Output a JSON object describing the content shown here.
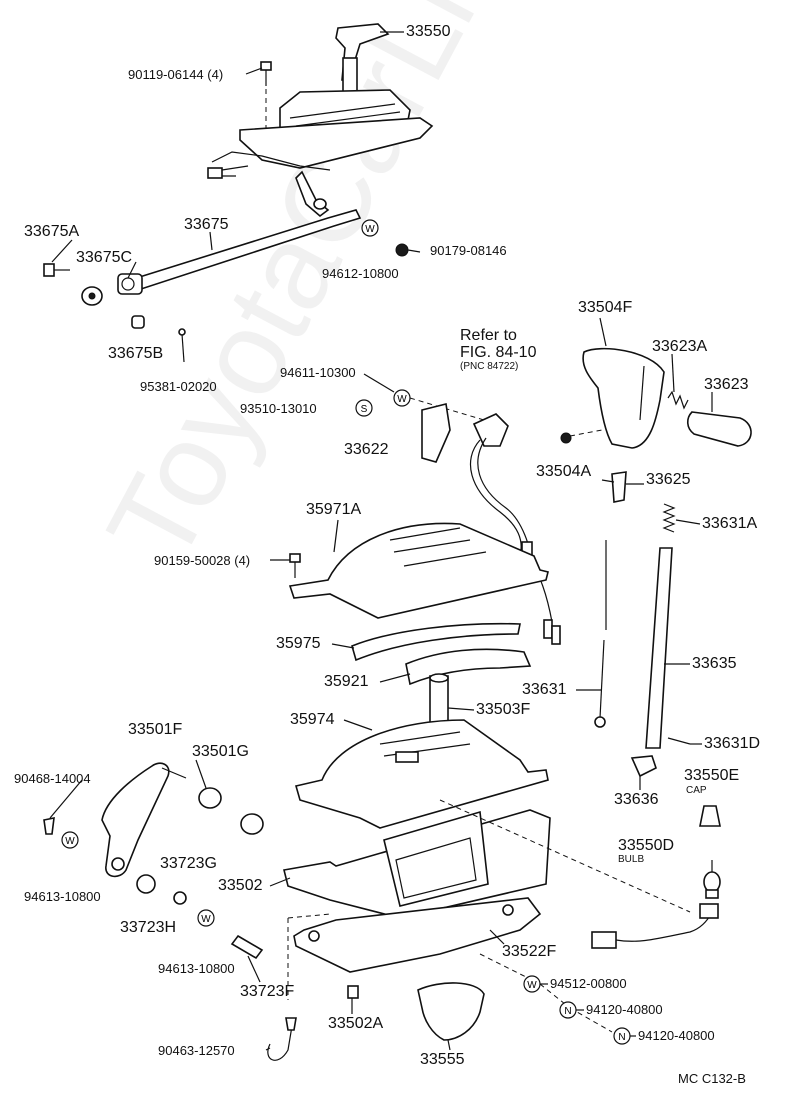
{
  "watermark": "ToyotaCarLine.ru",
  "diagram_code": "MC  C132-B",
  "refer_note": {
    "line1": "Refer to",
    "line2": "FIG. 84-10",
    "line3": "(PNC 84722)"
  },
  "symbols": {
    "washer": "W",
    "snap_ring": "S",
    "nut": "N"
  },
  "part_labels": {
    "p33550": "33550",
    "p90119": "90119-06144 (4)",
    "p33675A": "33675A",
    "p33675": "33675",
    "p33675C": "33675C",
    "p94612": "94612-10800",
    "p90179": "90179-08146",
    "p33675B": "33675B",
    "p95381": "95381-02020",
    "p94611": "94611-10300",
    "p93510": "93510-13010",
    "p33622": "33622",
    "p33504F": "33504F",
    "p33623A": "33623A",
    "p33623": "33623",
    "p33504A": "33504A",
    "p33625": "33625",
    "p35971A": "35971A",
    "p90159": "90159-50028 (4)",
    "p33631A": "33631A",
    "p35975": "35975",
    "p35921": "35921",
    "p33631": "33631",
    "p33635": "33635",
    "p35974": "35974",
    "p33503F": "33503F",
    "p33501F": "33501F",
    "p33501G": "33501G",
    "p33631D": "33631D",
    "p90468": "90468-14004",
    "p33636": "33636",
    "p33550E": "33550E",
    "p33550E_note": "CAP",
    "p94613a": "94613-10800",
    "p33723G": "33723G",
    "p33502": "33502",
    "p33550D": "33550D",
    "p33550D_note": "BULB",
    "p33723H": "33723H",
    "p94613b": "94613-10800",
    "p33522F": "33522F",
    "p33723F": "33723F",
    "p94512": "94512-00800",
    "p33502A": "33502A",
    "p94120a": "94120-40800",
    "p94120b": "94120-40800",
    "p90463": "90463-12570",
    "p33555": "33555"
  }
}
